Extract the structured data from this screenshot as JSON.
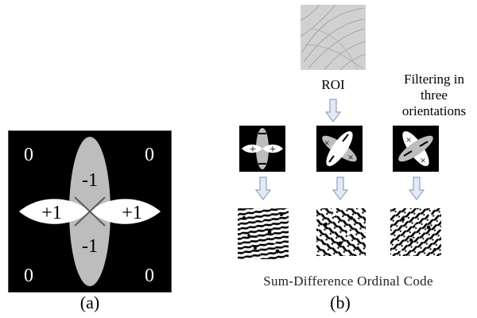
{
  "panel_a": {
    "cells": {
      "top_left": "0",
      "top_right": "0",
      "bottom_left": "0",
      "bottom_right": "0",
      "top_lobe": "-1",
      "bottom_lobe": "-1",
      "left_lobe": "+1",
      "right_lobe": "+1"
    },
    "caption": "(a)"
  },
  "panel_b": {
    "roi_label": "ROI",
    "filtering_label": [
      "Filtering in",
      "three",
      "orientations"
    ],
    "bottom_title": "Sum-Difference Ordinal Code",
    "caption": "(b)"
  },
  "colors": {
    "background": "#000000",
    "positive_lobe": "#ffffff",
    "negative_lobe": "#bdbdbd",
    "arrow_fill": "#e3eaf3",
    "arrow_stroke": "#8ea4bf"
  }
}
